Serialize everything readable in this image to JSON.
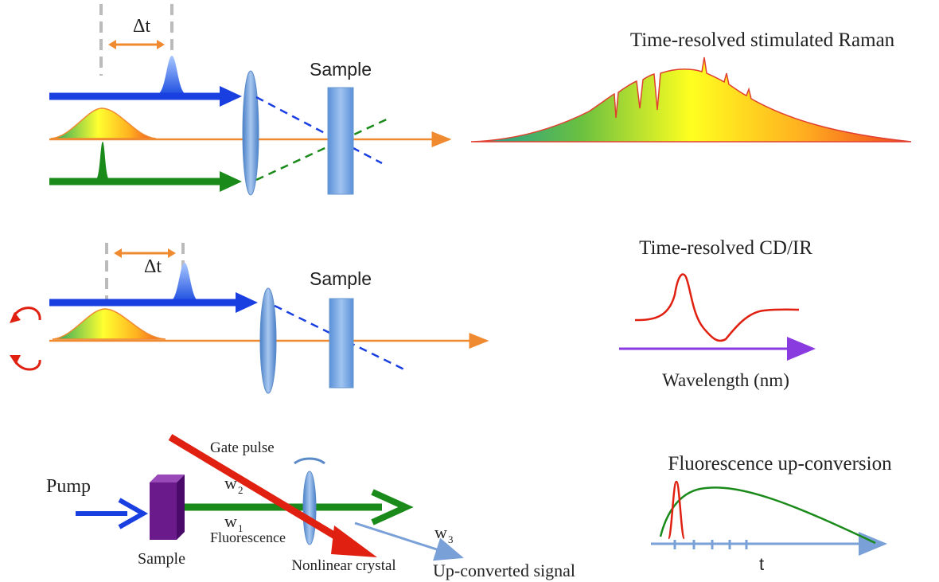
{
  "panel1": {
    "delay_label": "Δt",
    "sample_label": "Sample",
    "spectrum_title": "Time-resolved stimulated Raman"
  },
  "panel2": {
    "delay_label": "Δt",
    "sample_label": "Sample",
    "spectrum_title": "Time-resolved CD/IR",
    "xaxis_label": "Wavelength (nm)"
  },
  "panel3": {
    "pump_label": "Pump",
    "gate_label": "Gate pulse",
    "w2_label": "w",
    "w2_sub": "2",
    "w1_label": "w",
    "w1_sub": "1",
    "fluorescence_label": "Fluorescence",
    "sample_label": "Sample",
    "crystal_label": "Nonlinear crystal",
    "w3_label": "w",
    "w3_sub": "3",
    "signal_label": "Up-converted signal",
    "plot_title": "Fluorescence up-conversion",
    "plot_xlabel": "t"
  },
  "colors": {
    "pump_blue": "#1a3fe0",
    "probe_green": "#1a8a1a",
    "orange": "#f08a30",
    "lens_blue": "#6fa0dc",
    "red": "#e02010",
    "purple_axis": "#8a3be0",
    "sample_purple": "#6a1a8a"
  }
}
